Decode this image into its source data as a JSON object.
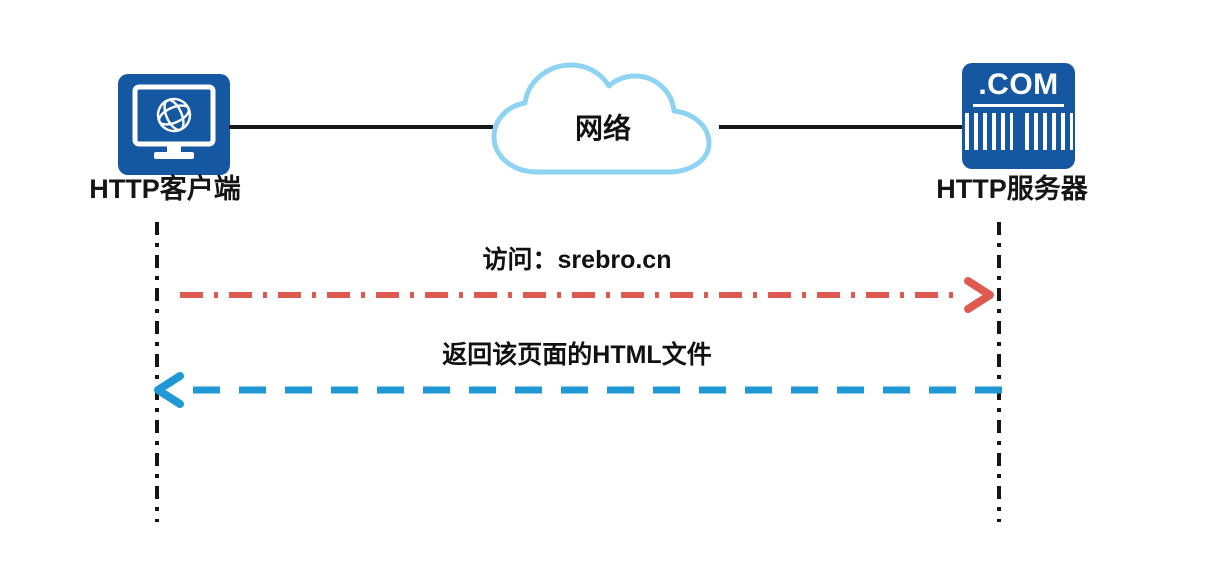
{
  "diagram": {
    "title_none": "",
    "client": {
      "label": "HTTP客户端"
    },
    "server": {
      "label": "HTTP服务器",
      "icon_text": ".COM"
    },
    "network": {
      "label": "网络"
    },
    "messages": [
      {
        "label": "访问：srebro.cn",
        "from": "client",
        "to": "server",
        "style": "dash-dot",
        "color": "#DE5A50"
      },
      {
        "label": "返回该页面的HTML文件",
        "from": "server",
        "to": "client",
        "style": "dashed",
        "color": "#2098D6"
      }
    ],
    "colors": {
      "node_blue": "#1557A0",
      "cloud_stroke": "#8ED4F2",
      "connector_black": "#161616",
      "lifeline_black": "#151515",
      "request_red": "#DE5A50",
      "response_blue": "#2098D6",
      "background": "#FFFFFF"
    }
  }
}
